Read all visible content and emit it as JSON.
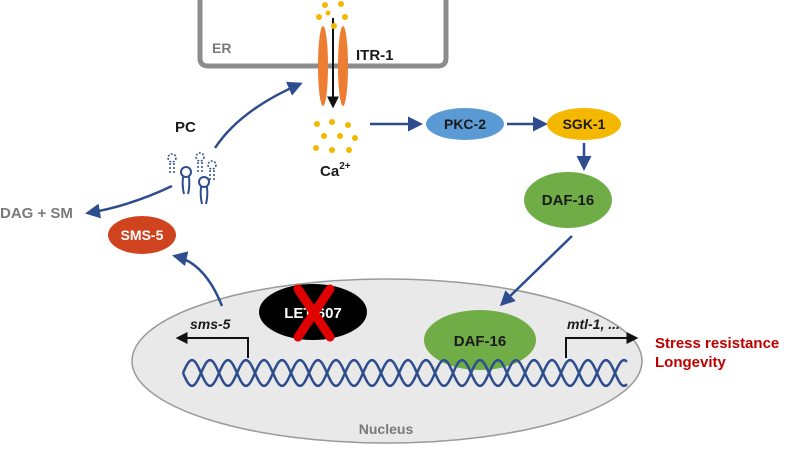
{
  "labels": {
    "er": "ER",
    "itr1": "ITR-1",
    "pc": "PC",
    "ca": "Ca",
    "ca_charge": "2+",
    "pkc2": "PKC-2",
    "sgk1": "SGK-1",
    "daf16_cyto": "DAF-16",
    "daf16_nuc": "DAF-16",
    "dag_sm": "DAG + SM",
    "sms5_protein": "SMS-5",
    "lev607": "LET-607",
    "sms5_gene": "sms-5",
    "mtl1_gene": "mtl-1, ...",
    "stress": "Stress resistance",
    "longevity": "Longevity",
    "nucleus": "Nucleus"
  },
  "colors": {
    "arrow": "#2e4d8f",
    "dna": "#2e4d8f",
    "pkc2": "#5b9bd5",
    "sgk1": "#f5b800",
    "daf16": "#70ad47",
    "sms5": "#d0431f",
    "lev607_bg": "#000000",
    "x_mark": "#e00000",
    "calcium": "#f5b800",
    "channel": "#ed7d31",
    "er_membrane": "#8c8c8c",
    "nucleus_fill": "#e9e9e9",
    "outcome_text": "#c00000"
  },
  "icons": [
    "calcium-ion-icon",
    "phosphatidylcholine-lipid-icon",
    "inhibition-x-icon"
  ]
}
